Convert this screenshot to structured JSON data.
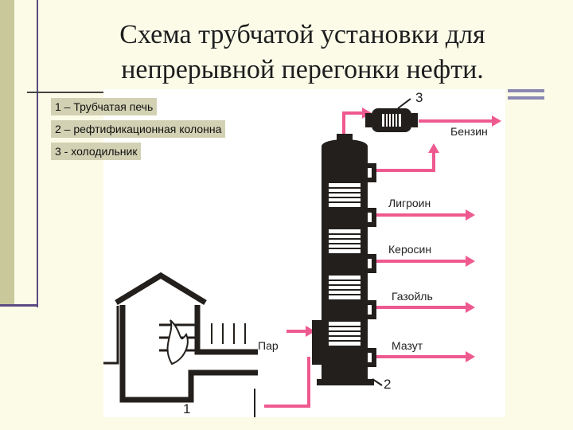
{
  "title": "Схема трубчатой установки для непрерывной перегонки нефти.",
  "legend": [
    "1 – Трубчатая печь",
    "2 – рефтификационная колонна",
    "3 - холодильник"
  ],
  "diagram": {
    "products": [
      "Бензин",
      "Лигроин",
      "Керосин",
      "Газойль",
      "Мазут"
    ],
    "steam": "Пар",
    "numbers": {
      "furnace": "1",
      "column": "2",
      "cooler": "3"
    }
  },
  "colors": {
    "pipe": "#ee5a8f",
    "equipment": "#231f1c",
    "background": "#fbfbe8"
  }
}
